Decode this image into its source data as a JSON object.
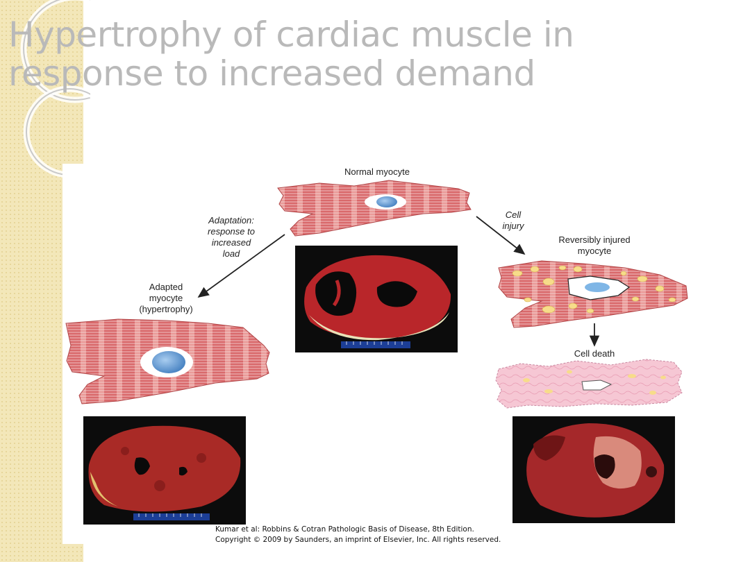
{
  "title": {
    "line1": "Hypertrophy of cardiac muscle in",
    "line2": "response to increased demand"
  },
  "diagram": {
    "normal_myocyte": "Normal myocyte",
    "adaptation": {
      "line1": "Adaptation:",
      "line2": "response to",
      "line3": "increased",
      "line4": "load"
    },
    "adapted": {
      "line1": "Adapted",
      "line2": "myocyte",
      "line3": "(hypertrophy)"
    },
    "cell_injury": {
      "line1": "Cell",
      "line2": "injury"
    },
    "reversibly_injured": {
      "line1": "Reversibly injured",
      "line2": "myocyte"
    },
    "cell_death": "Cell death"
  },
  "credit": {
    "line1": "Kumar et al: Robbins & Cotran Pathologic Basis of Disease, 8th Edition.",
    "line2": "Copyright © 2009 by Saunders, an imprint of Elsevier, Inc. All rights reserved."
  },
  "colors": {
    "title_gray": "#b9b9b9",
    "muscle_red": "#d9696b",
    "stripe_light": "#f3c7c6",
    "nucleus_blue": "#6a9ed3",
    "fat_yellow": "#f7dc8a",
    "dead_pink": "#f6c7d4",
    "strip_beige": "#f3e7b9"
  }
}
